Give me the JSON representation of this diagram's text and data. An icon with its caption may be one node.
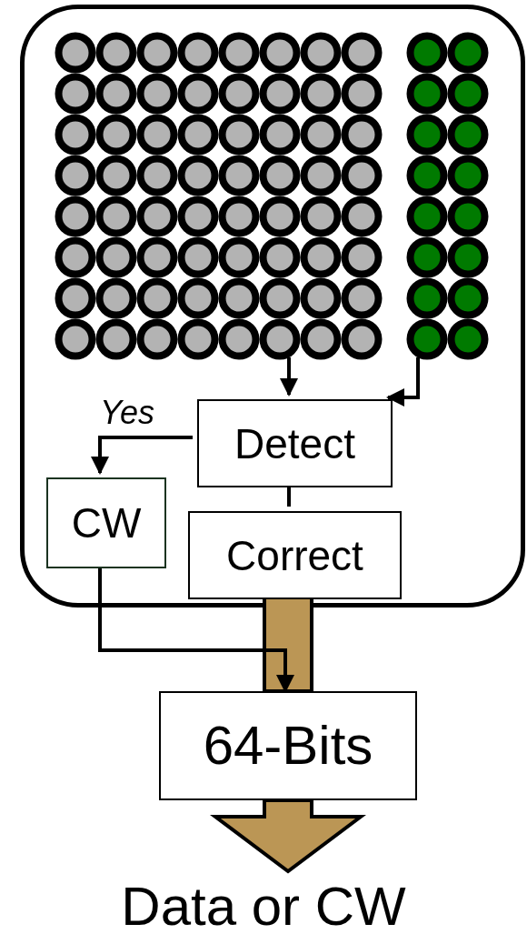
{
  "diagram": {
    "nodes": [
      {
        "text": [],
        "shape": "box"
      },
      {
        "text": [],
        "shape": "picture",
        "in": 0
      },
      {
        "text": [],
        "shape": "picture",
        "in": 0
      },
      {
        "text": [
          "Detect"
        ],
        "in": 0
      },
      {
        "text": [
          "CW"
        ],
        "in": 0
      },
      {
        "text": [
          "Correct"
        ],
        "in": 0
      },
      {
        "text": [
          "64-Bits"
        ]
      },
      {
        "text": [
          "Data or CW"
        ]
      }
    ],
    "edges": [
      {
        "from": 1,
        "to": 3,
        "arrow": "to"
      },
      {
        "from": 2,
        "to": 3,
        "arrow": "to"
      },
      {
        "from": 3,
        "to": 4,
        "arrow": "to",
        "label": "Yes"
      },
      {
        "from": 3,
        "to": 5,
        "arrow": "none"
      },
      {
        "from": 4,
        "to": 6,
        "arrow": "to"
      },
      {
        "from": 5,
        "to": 6,
        "arrow": "none",
        "style": "thick",
        "color": "#bb9655"
      },
      {
        "from": 6,
        "to": 7,
        "arrow": "to",
        "style": "thick",
        "color": "#bb9655"
      }
    ]
  }
}
